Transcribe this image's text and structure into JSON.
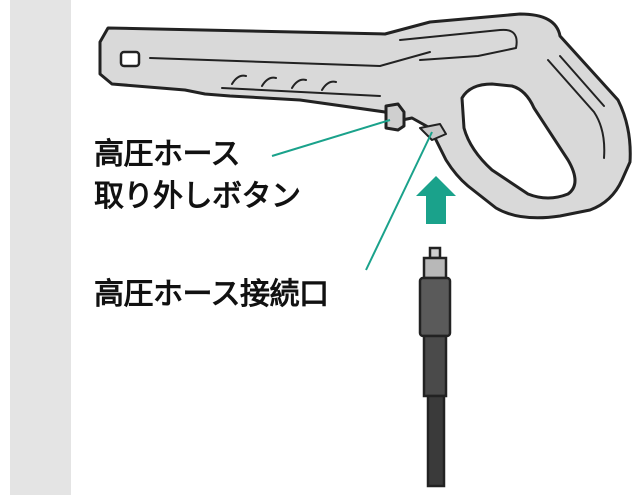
{
  "labels": {
    "hose_release_button_line1": "高圧ホース",
    "hose_release_button_line2": "取り外しボタン",
    "hose_connection_port": "高圧ホース接続口"
  },
  "colors": {
    "side_band": "#e4e4e4",
    "gun_body": "#d9d9d9",
    "gun_outline": "#222222",
    "leader_line": "#1aa28b",
    "arrow": "#1aa28b",
    "hose": "#3a3a3a"
  }
}
